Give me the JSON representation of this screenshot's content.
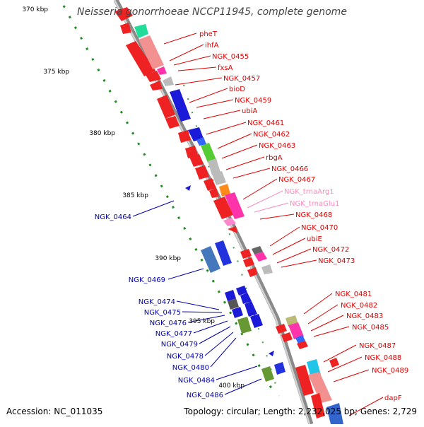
{
  "title": "Neisseria gonorrhoeae NCCP11945, complete genome",
  "accession": "Accession: NC_011035",
  "summary": "Topology: circular; Length: 2,232,025 bp; Genes: 2,729",
  "colors": {
    "forward_label": "#e00000",
    "reverse_label": "#0000aa",
    "rna_label": "#ff88bb",
    "backbone": "#a8a8a8",
    "gc_dots": "#228b22"
  },
  "ticks": [
    "370 kbp",
    "375 kbp",
    "380 kbp",
    "385 kbp",
    "390 kbp",
    "395 kbp",
    "400 kbp"
  ],
  "forward_labels": [
    "pheT",
    "ihfA",
    "NGK_0455",
    "fxsA",
    "NGK_0457",
    "bioD",
    "NGK_0459",
    "ubiA",
    "NGK_0461",
    "NGK_0462",
    "NGK_0463",
    "rbgA",
    "NGK_0466",
    "NGK_0467",
    "NGK_0468",
    "NGK_0470",
    "ubiE",
    "NGK_0472",
    "NGK_0473",
    "NGK_0481",
    "NGK_0482",
    "NGK_0483",
    "NGK_0485",
    "NGK_0487",
    "NGK_0488",
    "NGK_0489",
    "dapF"
  ],
  "rna_labels": [
    "NGK_trnaArg1",
    "NGK_trnaGlu1"
  ],
  "reverse_labels": [
    "NGK_0464",
    "NGK_0469",
    "NGK_0474",
    "NGK_0475",
    "NGK_0476",
    "NGK_0477",
    "NGK_0479",
    "NGK_0478",
    "NGK_0480",
    "NGK_0484",
    "NGK_0486"
  ]
}
